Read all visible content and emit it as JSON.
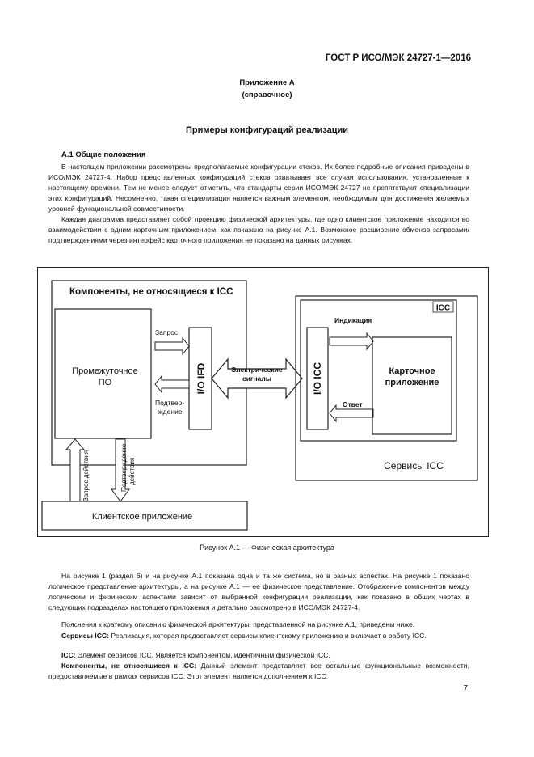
{
  "header": {
    "standard": "ГОСТ Р ИСО/МЭК 24727-1—2016"
  },
  "annex": {
    "title": "Приложение А",
    "subtitle": "(справочное)"
  },
  "main_title": "Примеры конфигураций реализации",
  "section": {
    "title": "А.1  Общие положения"
  },
  "paragraphs_top": [
    "В настоящем приложении рассмотрены предполагаемые конфигурации стеков. Их более подробные описания приведены в ИСО/МЭК 24727-4. Набор представленных конфигураций стеков охватывает все случаи использования, установленные к настоящему времени. Тем не менее следует отметить, что стандарты серии ИСО/МЭК 24727 не препятствуют специализации этих конфигураций. Несомненно, такая специализация является важным элементом, необходимым для достижения желаемых уровней функциональной совместимости.",
    "Каждая диаграмма представляет собой проекцию физической архитектуры, где одно клиентское приложение находится во взаимодействии с одним карточным приложением, как показано на рисунке А.1. Возможное расширение обменов запросами/подтверждениями через интерфейс карточного приложения не показано на данных рисунках."
  ],
  "diagram": {
    "non_icc_label": "Компоненты, не относящиеся к ICC",
    "middleware_label_1": "Промежуточное",
    "middleware_label_2": "ПО",
    "request_label": "Запрос",
    "confirm_label_1": "Подтвер-",
    "confirm_label_2": "ждение",
    "io_ifd": "I/O IFD",
    "signals_label_1": "Электрические",
    "signals_label_2": "сигналы",
    "icc_label": "ICC",
    "io_icc": "I/O ICC",
    "indication_label": "Индикация",
    "response_label": "Ответ",
    "card_app_label_1": "Карточное",
    "card_app_label_2": "приложение",
    "icc_services_label": "Сервисы ICC",
    "action_request_label": "Запрос действия",
    "action_confirm_label_1": "Подтверждение",
    "action_confirm_label_2": "действия",
    "client_app_label": "Клиентское приложение"
  },
  "figure_caption": "Рисунок А.1 — Физическая архитектура",
  "paragraphs_bottom": [
    "На рисунке 1 (раздел 6) и на рисунке А.1 показана одна и та же система, но в разных аспектах. На рисунке 1 показано логическое представление архитектуры, а на рисунке А.1 — ее физическое представление. Отображение компонентов между логическим и физическим аспектами зависит от выбранной конфигурации реализации, как показано в общих чертах в следующих подразделах настоящего приложения и детально рассмотрено в ИСО/МЭК 24727-4.",
    "Пояснения к краткому описанию физической архитектуры, представленной на рисунке А.1, приведены ниже."
  ],
  "definitions": [
    {
      "term": "Сервисы ICC:",
      "text": " Реализация, которая предоставляет сервисы клиентскому приложению и включает в работу ICC."
    },
    {
      "term": "ICC:",
      "text": " Элемент сервисов ICC. Является компонентом, идентичным физической ICC."
    },
    {
      "term": "Компоненты, не относящиеся к ICC:",
      "text": " Данный элемент представляет все остальные функциональные возможности, предоставляемые в рамках сервисов ICC. Этот элемент является дополнением к ICC."
    }
  ],
  "page_number": "7"
}
